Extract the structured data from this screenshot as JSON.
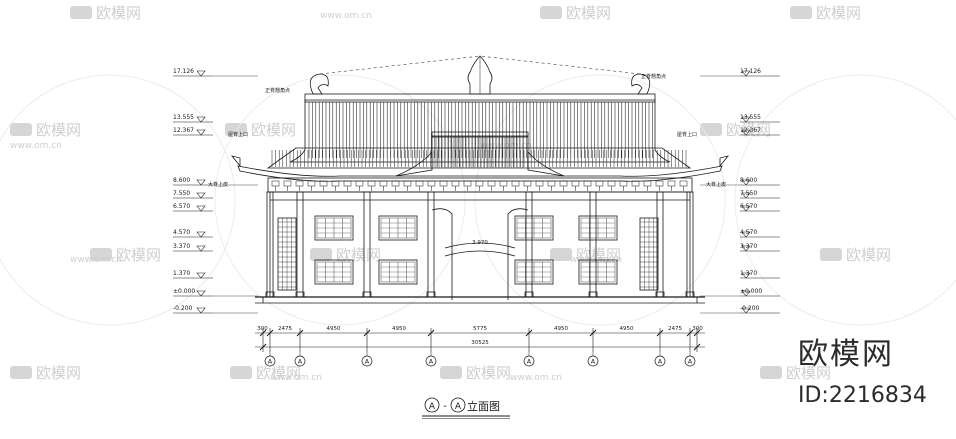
{
  "watermark": {
    "brand": "欧模网",
    "site": "www.om.cn"
  },
  "drawing": {
    "title_axis_left": "A",
    "title_dash": "-",
    "title_axis_right": "A",
    "title_text": "立面图",
    "ridge_label": "正脊翘角点",
    "eave_label": "屋脊上口",
    "big_eave_label": "大脊",
    "upper_label": "上皮",
    "levels_left": [
      "17.126",
      "13.555",
      "12.367",
      "8.600",
      "7.550",
      "6.570",
      "4.570",
      "3.370",
      "1.370",
      "±0.000",
      "-0.200"
    ],
    "levels_right": [
      "17.126",
      "13.555",
      "12.367",
      "8.600",
      "7.550",
      "6.570",
      "4.570",
      "3.370",
      "1.370",
      "±0.000",
      "-0.200"
    ],
    "center_dim": "3.970",
    "spans": [
      "300",
      "2475",
      "4950",
      "4950",
      "5775",
      "4950",
      "4950",
      "2475",
      "300"
    ],
    "total": "30525",
    "axis_tag": "A"
  },
  "brand": {
    "name": "欧模网",
    "id": "ID:2216834"
  }
}
